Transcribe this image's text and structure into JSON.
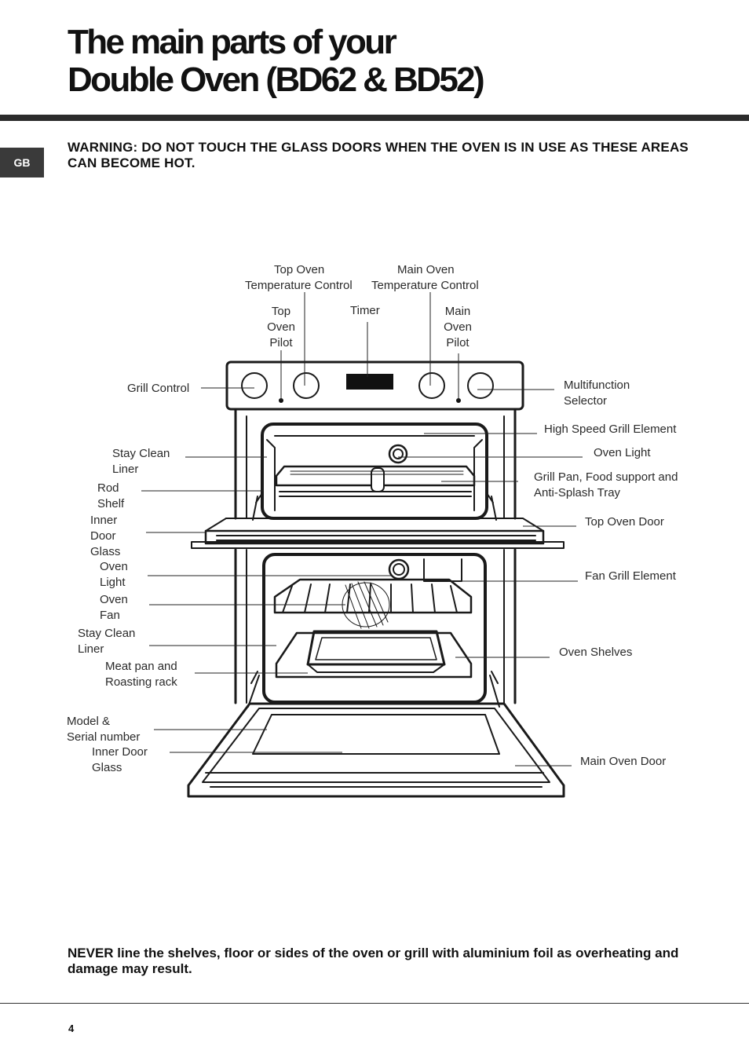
{
  "header": {
    "title_line1": "The main parts of your",
    "title_line2": "Double Oven (BD62 & BD52)",
    "lang_tab": "GB"
  },
  "warning": "WARNING: DO NOT TOUCH THE GLASS DOORS WHEN THE OVEN IS IN USE AS THESE AREAS CAN BECOME HOT.",
  "labels": {
    "top_oven_temp": [
      "Top Oven",
      "Temperature Control"
    ],
    "main_oven_temp": [
      "Main Oven",
      "Temperature Control"
    ],
    "top_oven_pilot": [
      "Top",
      "Oven",
      "Pilot"
    ],
    "timer": "Timer",
    "main_oven_pilot": [
      "Main",
      "Oven",
      "Pilot"
    ],
    "grill_control": "Grill Control",
    "multifunction_selector": [
      "Multifunction",
      "Selector"
    ],
    "high_speed_grill": "High Speed Grill Element",
    "stay_clean_liner_top": [
      "Stay Clean",
      "Liner"
    ],
    "oven_light_top": "Oven Light",
    "rod_shelf": [
      "Rod",
      "Shelf"
    ],
    "grill_pan": [
      "Grill Pan, Food support and",
      "Anti-Splash Tray"
    ],
    "inner_door_glass_top": [
      "Inner",
      "Door",
      "Glass"
    ],
    "top_oven_door": "Top Oven Door",
    "oven_light_main": [
      "Oven",
      "Light"
    ],
    "fan_grill_element": "Fan Grill Element",
    "oven_fan": [
      "Oven",
      "Fan"
    ],
    "stay_clean_liner_main": [
      "Stay Clean",
      "Liner"
    ],
    "oven_shelves": "Oven Shelves",
    "meat_pan": [
      "Meat pan and",
      "Roasting rack"
    ],
    "model_serial": [
      "Model &",
      "Serial number"
    ],
    "inner_door_glass_main": [
      "Inner Door",
      "Glass"
    ],
    "main_oven_door": "Main Oven Door"
  },
  "footer": {
    "never_warning": "NEVER line the shelves, floor or sides of the oven or grill with aluminium foil as overheating and damage may result.",
    "page_number": "4"
  }
}
